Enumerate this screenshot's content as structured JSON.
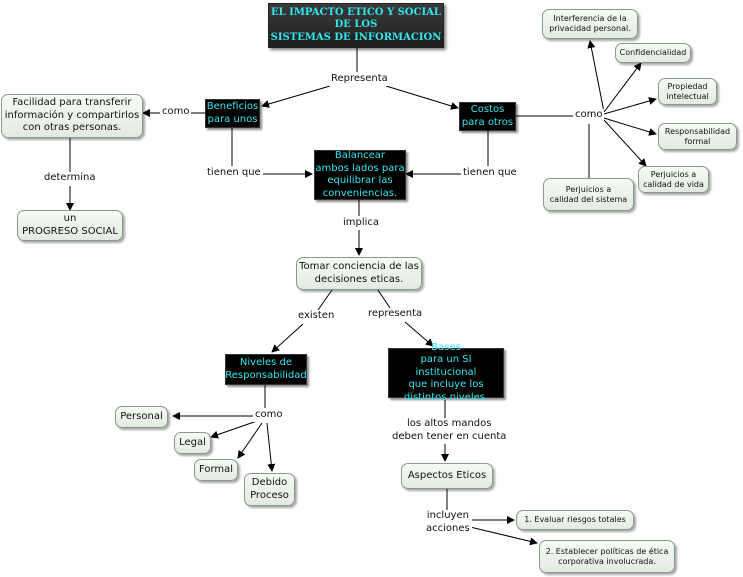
{
  "title": "EL IMPACTO ETICO Y SOCIAL\nDE LOS\nSISTEMAS DE INFORMACION",
  "links": {
    "representa": "Representa",
    "como_left": "como",
    "como_right": "como",
    "determina": "determina",
    "tienen_que_left": "tienen que",
    "tienen_que_right": "tienen que",
    "implica": "implica",
    "existen": "existen",
    "representa2": "representa",
    "como_niveles": "como",
    "altos_mandos": "los altos mandos\ndeben tener en cuenta",
    "incluyen": "incluyen\nacciones"
  },
  "nodes": {
    "beneficios": "Beneficios\npara unos",
    "costos": "Costos\npara otros",
    "facilidad": "Facilidad para transferir\ninformación y compartirlos\ncon otras personas.",
    "progreso": "un\nPROGRESO SOCIAL",
    "balancear": "Balancear\nambos lados para\nequilibrar las\nconveniencias.",
    "tomar_conciencia": "Tomar conciencia de las\ndecisiones eticas.",
    "niveles": "Niveles de\nResponsabilidad",
    "bases": "Bases\npara un SI institucional\nque incluye los\ndistintos niveles.",
    "aspectos": "Aspectos Eticos",
    "personal": "Personal",
    "legal": "Legal",
    "formal": "Formal",
    "debido_proceso": "Debido\nProceso",
    "interferencia": "Interferencia de la\nprivacidad personal.",
    "confidencialidad": "Confidencialidad",
    "propiedad": "Propiedad\nintelectual",
    "responsabilidad_formal": "Responsabilidad\nformal",
    "perjuicios_vida": "Perjuicios a\ncalidad de vida",
    "perjuicios_sistema": "Perjuicios a\ncalidad del sistema",
    "evaluar": "1. Evaluar riesgos totales",
    "establecer": "2. Establecer políticas de ética\ncorporativa involucrada."
  }
}
